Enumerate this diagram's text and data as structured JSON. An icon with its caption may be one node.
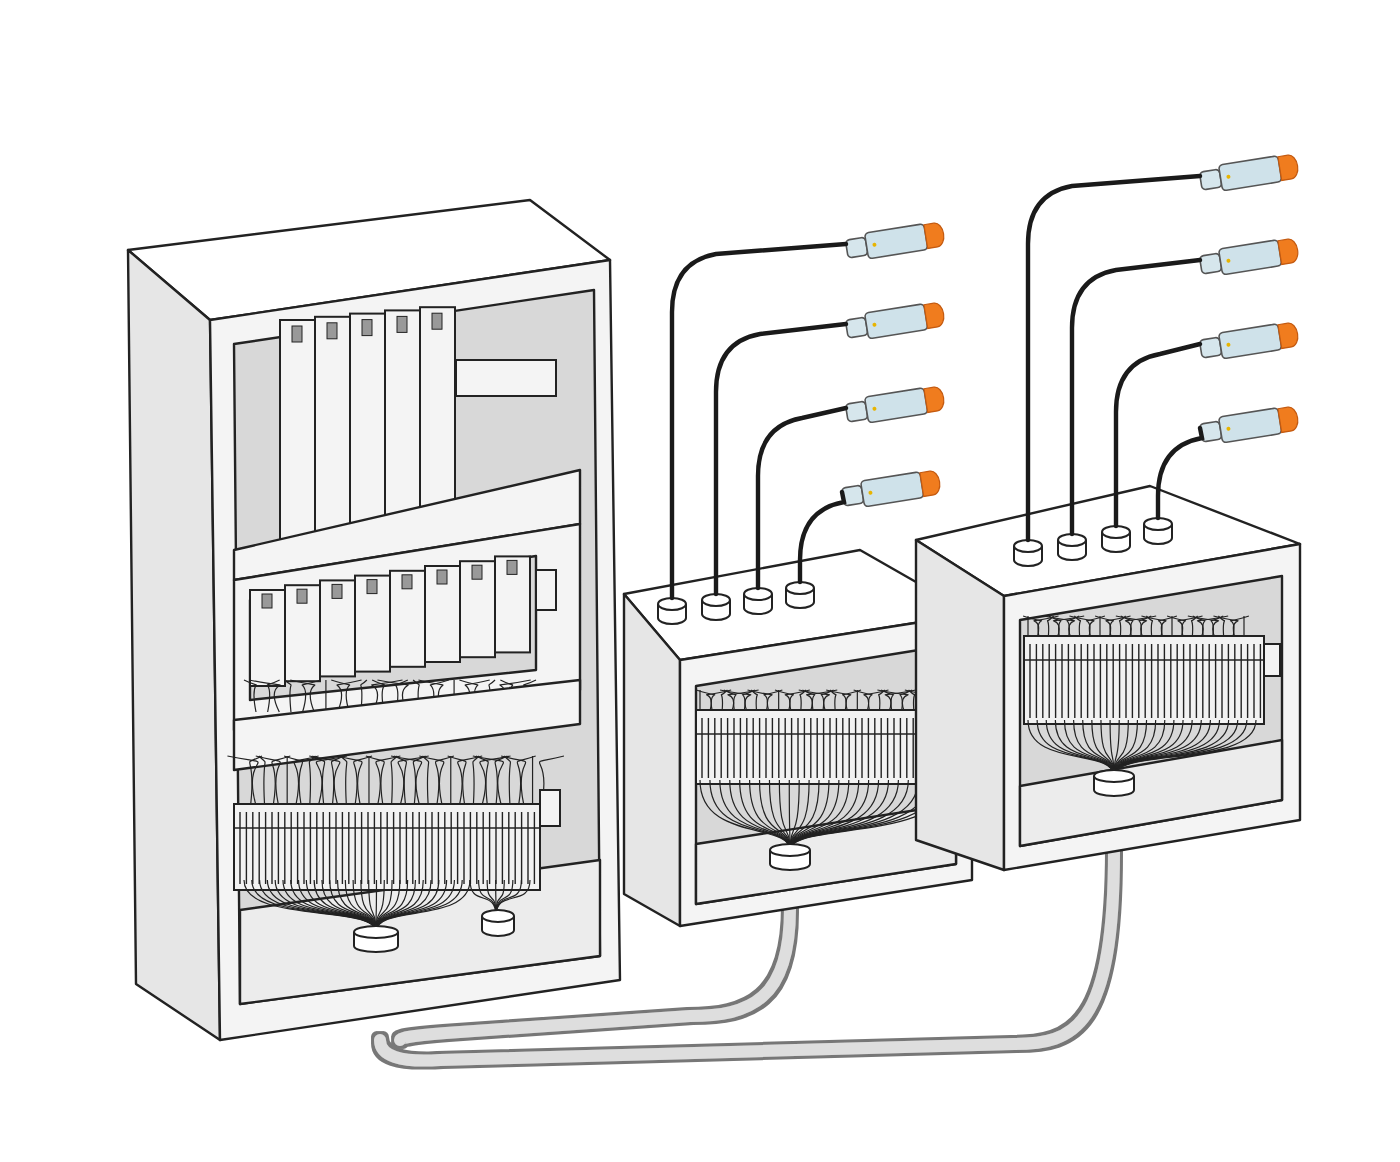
{
  "diagram": {
    "nodes": [
      {
        "text": [],
        "shape": "picture"
      },
      {
        "text": [],
        "shape": "picture"
      },
      {
        "text": [],
        "shape": "picture"
      },
      {
        "text": [],
        "shape": "picture"
      },
      {
        "text": [],
        "shape": "picture"
      },
      {
        "text": [],
        "shape": "picture"
      },
      {
        "text": [],
        "shape": "picture"
      },
      {
        "text": [],
        "shape": "picture"
      },
      {
        "text": [],
        "shape": "picture"
      },
      {
        "text": [],
        "shape": "picture"
      },
      {
        "text": [],
        "shape": "picture"
      }
    ],
    "edges": [
      {
        "from": 3,
        "to": 1,
        "arrow": "none"
      },
      {
        "from": 4,
        "to": 1,
        "arrow": "none"
      },
      {
        "from": 5,
        "to": 1,
        "arrow": "none"
      },
      {
        "from": 6,
        "to": 1,
        "arrow": "none"
      },
      {
        "from": 7,
        "to": 2,
        "arrow": "none"
      },
      {
        "from": 8,
        "to": 2,
        "arrow": "none"
      },
      {
        "from": 9,
        "to": 2,
        "arrow": "none"
      },
      {
        "from": 10,
        "to": 2,
        "arrow": "none"
      },
      {
        "from": 1,
        "to": 0,
        "arrow": "none",
        "style": "thick",
        "color": "#dedede"
      },
      {
        "from": 2,
        "to": 0,
        "arrow": "none",
        "style": "thick",
        "color": "#dedede"
      }
    ]
  }
}
